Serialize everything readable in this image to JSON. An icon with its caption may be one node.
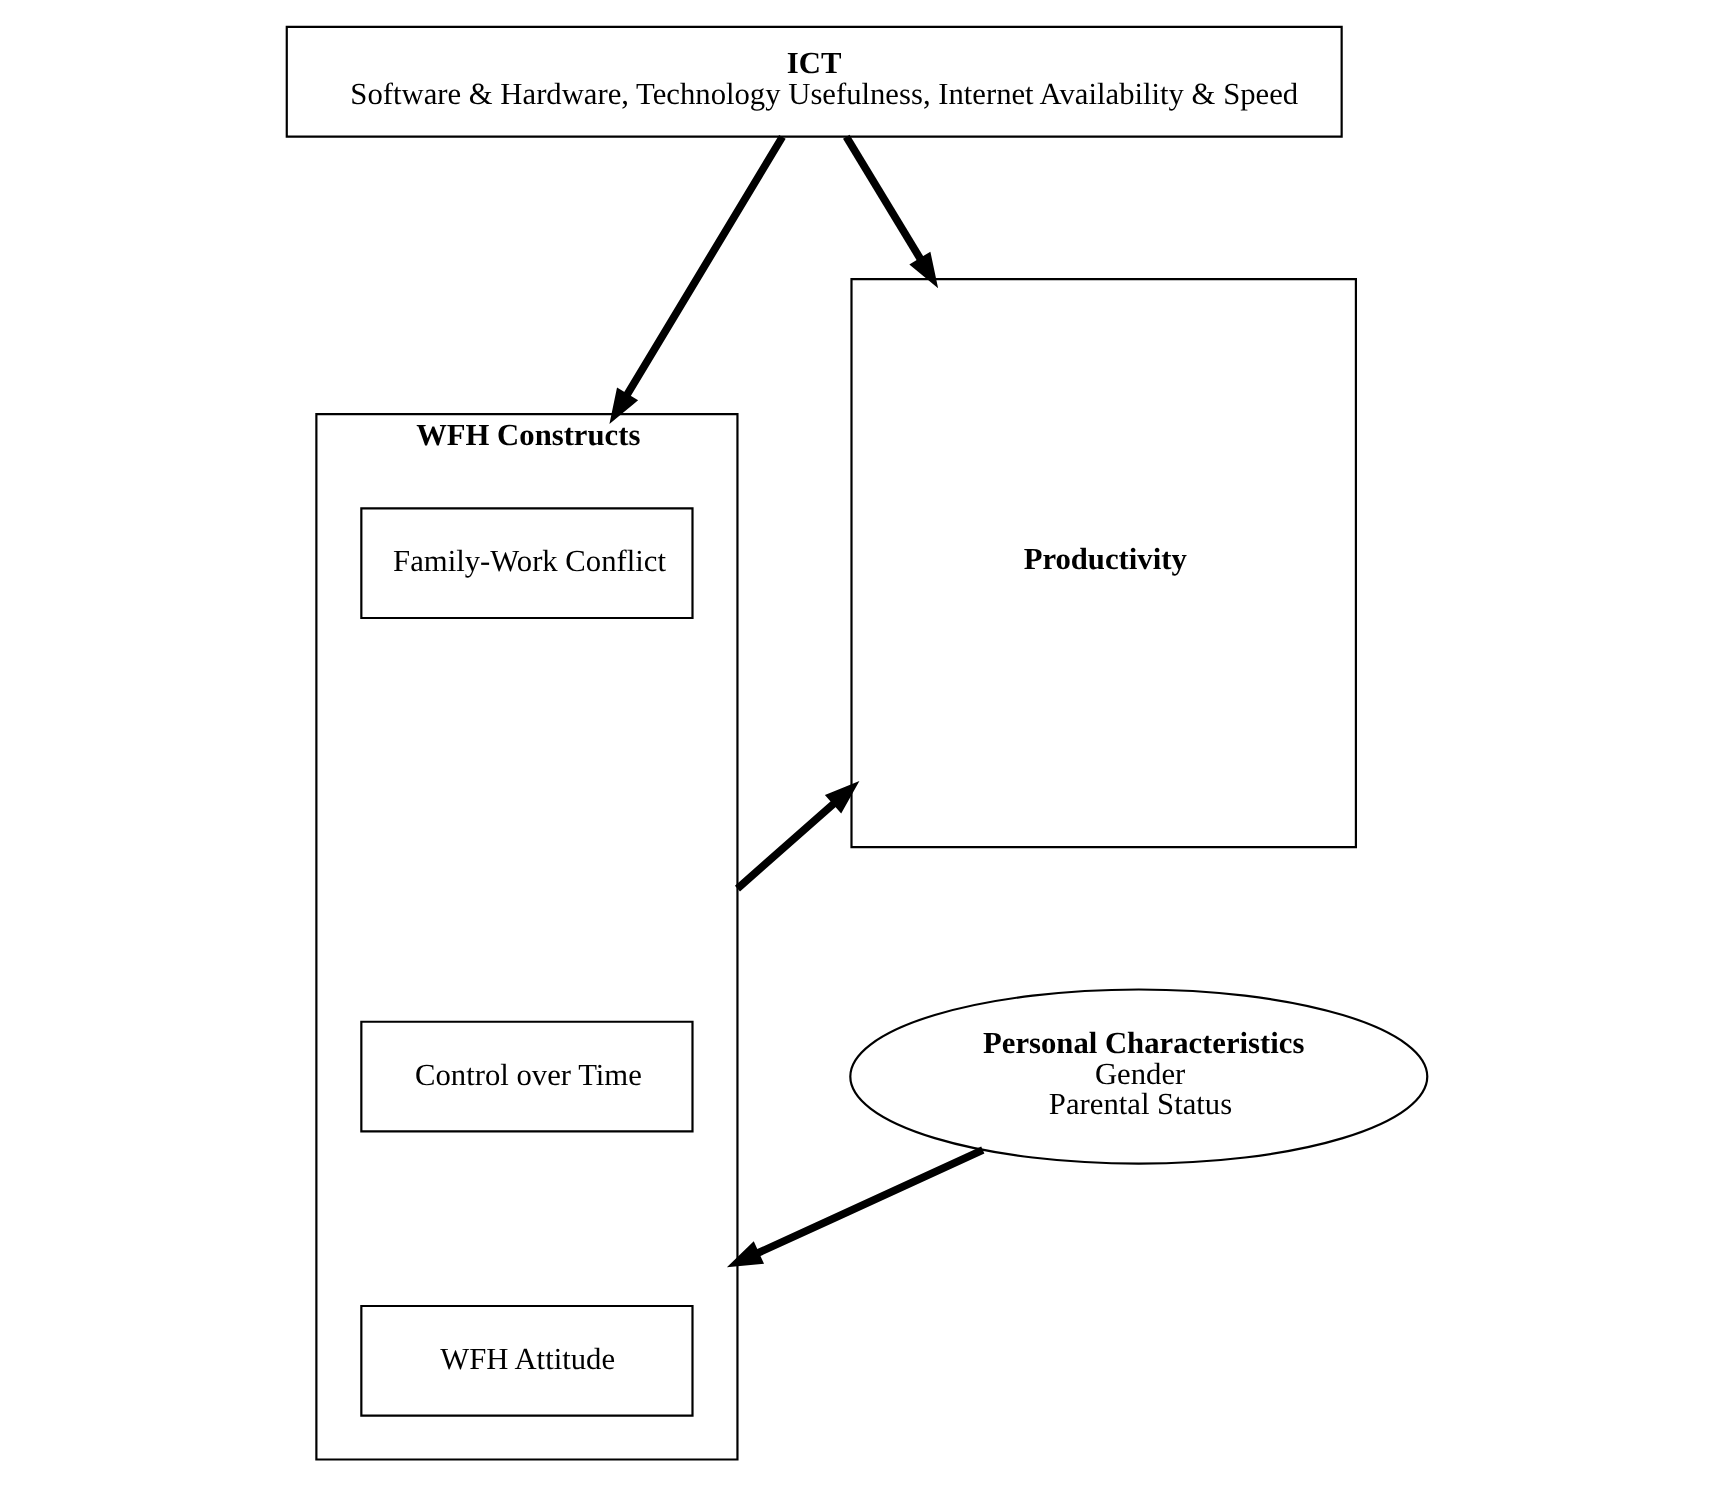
{
  "diagram": {
    "nodes": [
      {
        "text": [
          "ICT",
          "Software & Hardware, Technology Usefulness, Internet Availability & Speed"
        ]
      },
      {
        "text": [
          "WFH Constructs"
        ]
      },
      {
        "text": [
          "Family-Work Conflict"
        ],
        "in": 1
      },
      {
        "text": [
          "Control over Time"
        ],
        "in": 1
      },
      {
        "text": [
          "WFH Attitude"
        ],
        "in": 1
      },
      {
        "text": [
          "Productivity"
        ]
      },
      {
        "text": [
          "Personal Characteristics",
          "Gender",
          "Parental Status"
        ]
      }
    ],
    "edges": [
      {
        "from": 0,
        "to": 1,
        "arrow": "to"
      },
      {
        "from": 0,
        "to": 5,
        "arrow": "to"
      },
      {
        "from": 1,
        "to": 5,
        "arrow": "to"
      },
      {
        "from": 6,
        "to": 1,
        "arrow": "to"
      }
    ]
  }
}
